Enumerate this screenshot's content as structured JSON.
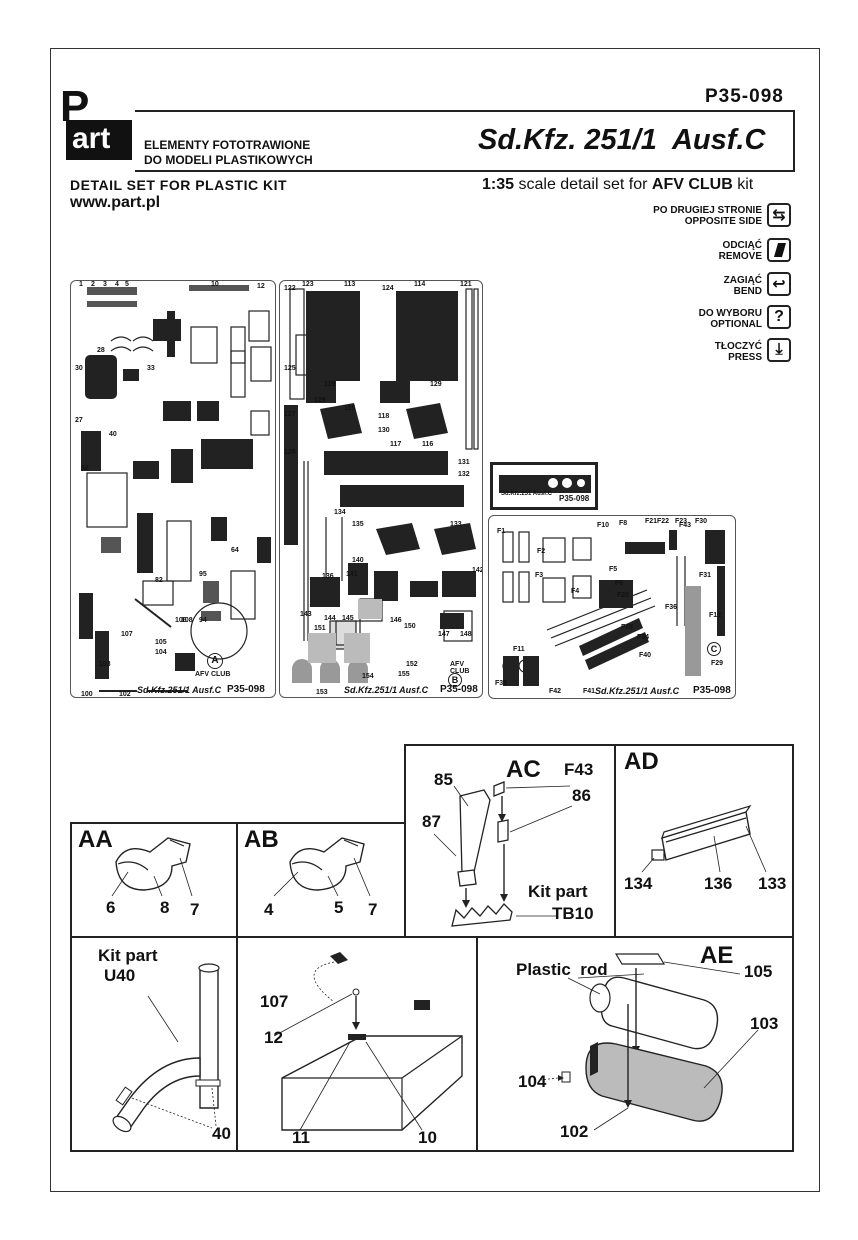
{
  "header": {
    "logo_letter": "P",
    "logo_rest": "art",
    "product_code": "P35-098",
    "model_title": "Sd.Kfz. 251/1  Ausf.C",
    "polish_line1": "ELEMENTY FOTOTRAWIONE",
    "polish_line2": "DO MODELI PLASTIKOWYCH",
    "detail_set": "DETAIL SET FOR PLASTIC KIT",
    "website": "www.part.pl",
    "scale": "1:35",
    "scale_text": "scale detail set for",
    "brand": "AFV CLUB",
    "kit": "kit"
  },
  "legend": [
    {
      "line1": "PO DRUGIEJ STRONIE",
      "line2": "OPPOSITE SIDE",
      "icon": "rotate-arrows-icon"
    },
    {
      "line1": "ODCIĄĆ",
      "line2": "REMOVE",
      "icon": "cut-icon"
    },
    {
      "line1": "ZAGIĄĆ",
      "line2": "BEND",
      "icon": "bend-arrow-icon"
    },
    {
      "line1": "DO WYBORU",
      "line2": "OPTIONAL",
      "icon": "question-icon"
    },
    {
      "line1": "TŁOCZYĆ",
      "line2": "PRESS",
      "icon": "press-icon"
    }
  ],
  "sheets": {
    "a": {
      "letter": "A",
      "club": "AFV CLUB",
      "name": "Sd.Kfz.251/1 Ausf.C",
      "code": "P35-098"
    },
    "b": {
      "letter": "B",
      "club": "AFV CLUB",
      "name": "Sd.Kfz.251/1 Ausf.C",
      "code": "P35-098"
    },
    "c": {
      "letter": "C",
      "name": "Sd.Kfz.251/1 Ausf.C",
      "code": "P35-098"
    },
    "small": {
      "name": "Sd.Kfz.251 Ausf.C",
      "code": "P35-098"
    }
  },
  "sheet_part_numbers": {
    "a": [
      "1",
      "2",
      "3",
      "4",
      "5",
      "10",
      "12",
      "30",
      "28",
      "33",
      "27",
      "40",
      "52",
      "64",
      "82",
      "94",
      "95",
      "100",
      "102",
      "103",
      "104",
      "105",
      "106",
      "107",
      "108"
    ],
    "b": [
      "113",
      "114",
      "115",
      "116",
      "117",
      "118",
      "119",
      "121",
      "122",
      "123",
      "124",
      "125",
      "126",
      "127",
      "128",
      "129",
      "130",
      "131",
      "132",
      "133",
      "134",
      "135",
      "136",
      "140",
      "141",
      "142",
      "143",
      "144",
      "145",
      "146",
      "147",
      "148",
      "150",
      "151",
      "152",
      "153",
      "154",
      "155"
    ],
    "c": [
      "F1",
      "F2",
      "F3",
      "F4",
      "F5",
      "F6",
      "F8",
      "F10",
      "F11",
      "F12",
      "F20",
      "F21",
      "F22",
      "F23",
      "F28",
      "F29",
      "F30",
      "F31",
      "F34",
      "F36",
      "F38",
      "F40",
      "F41",
      "F42",
      "F43"
    ]
  },
  "panels": {
    "aa": {
      "title": "AA",
      "labels": [
        "6",
        "8",
        "7"
      ]
    },
    "ab": {
      "title": "AB",
      "labels": [
        "4",
        "5",
        "7"
      ]
    },
    "ac": {
      "title": "AC",
      "labels": [
        "85",
        "F43",
        "86",
        "87"
      ],
      "kit_part": "Kit part",
      "kit_code": "TB10"
    },
    "ad": {
      "title": "AD",
      "labels": [
        "134",
        "136",
        "133"
      ]
    },
    "u40": {
      "kit_part": "Kit part",
      "kit_code": "U40",
      "label": "40"
    },
    "tank": {
      "labels": [
        "107",
        "12",
        "11",
        "10"
      ]
    },
    "ae": {
      "title": "AE",
      "rod": "Plastic  rod",
      "labels": [
        "105",
        "103",
        "104",
        "102"
      ]
    }
  }
}
